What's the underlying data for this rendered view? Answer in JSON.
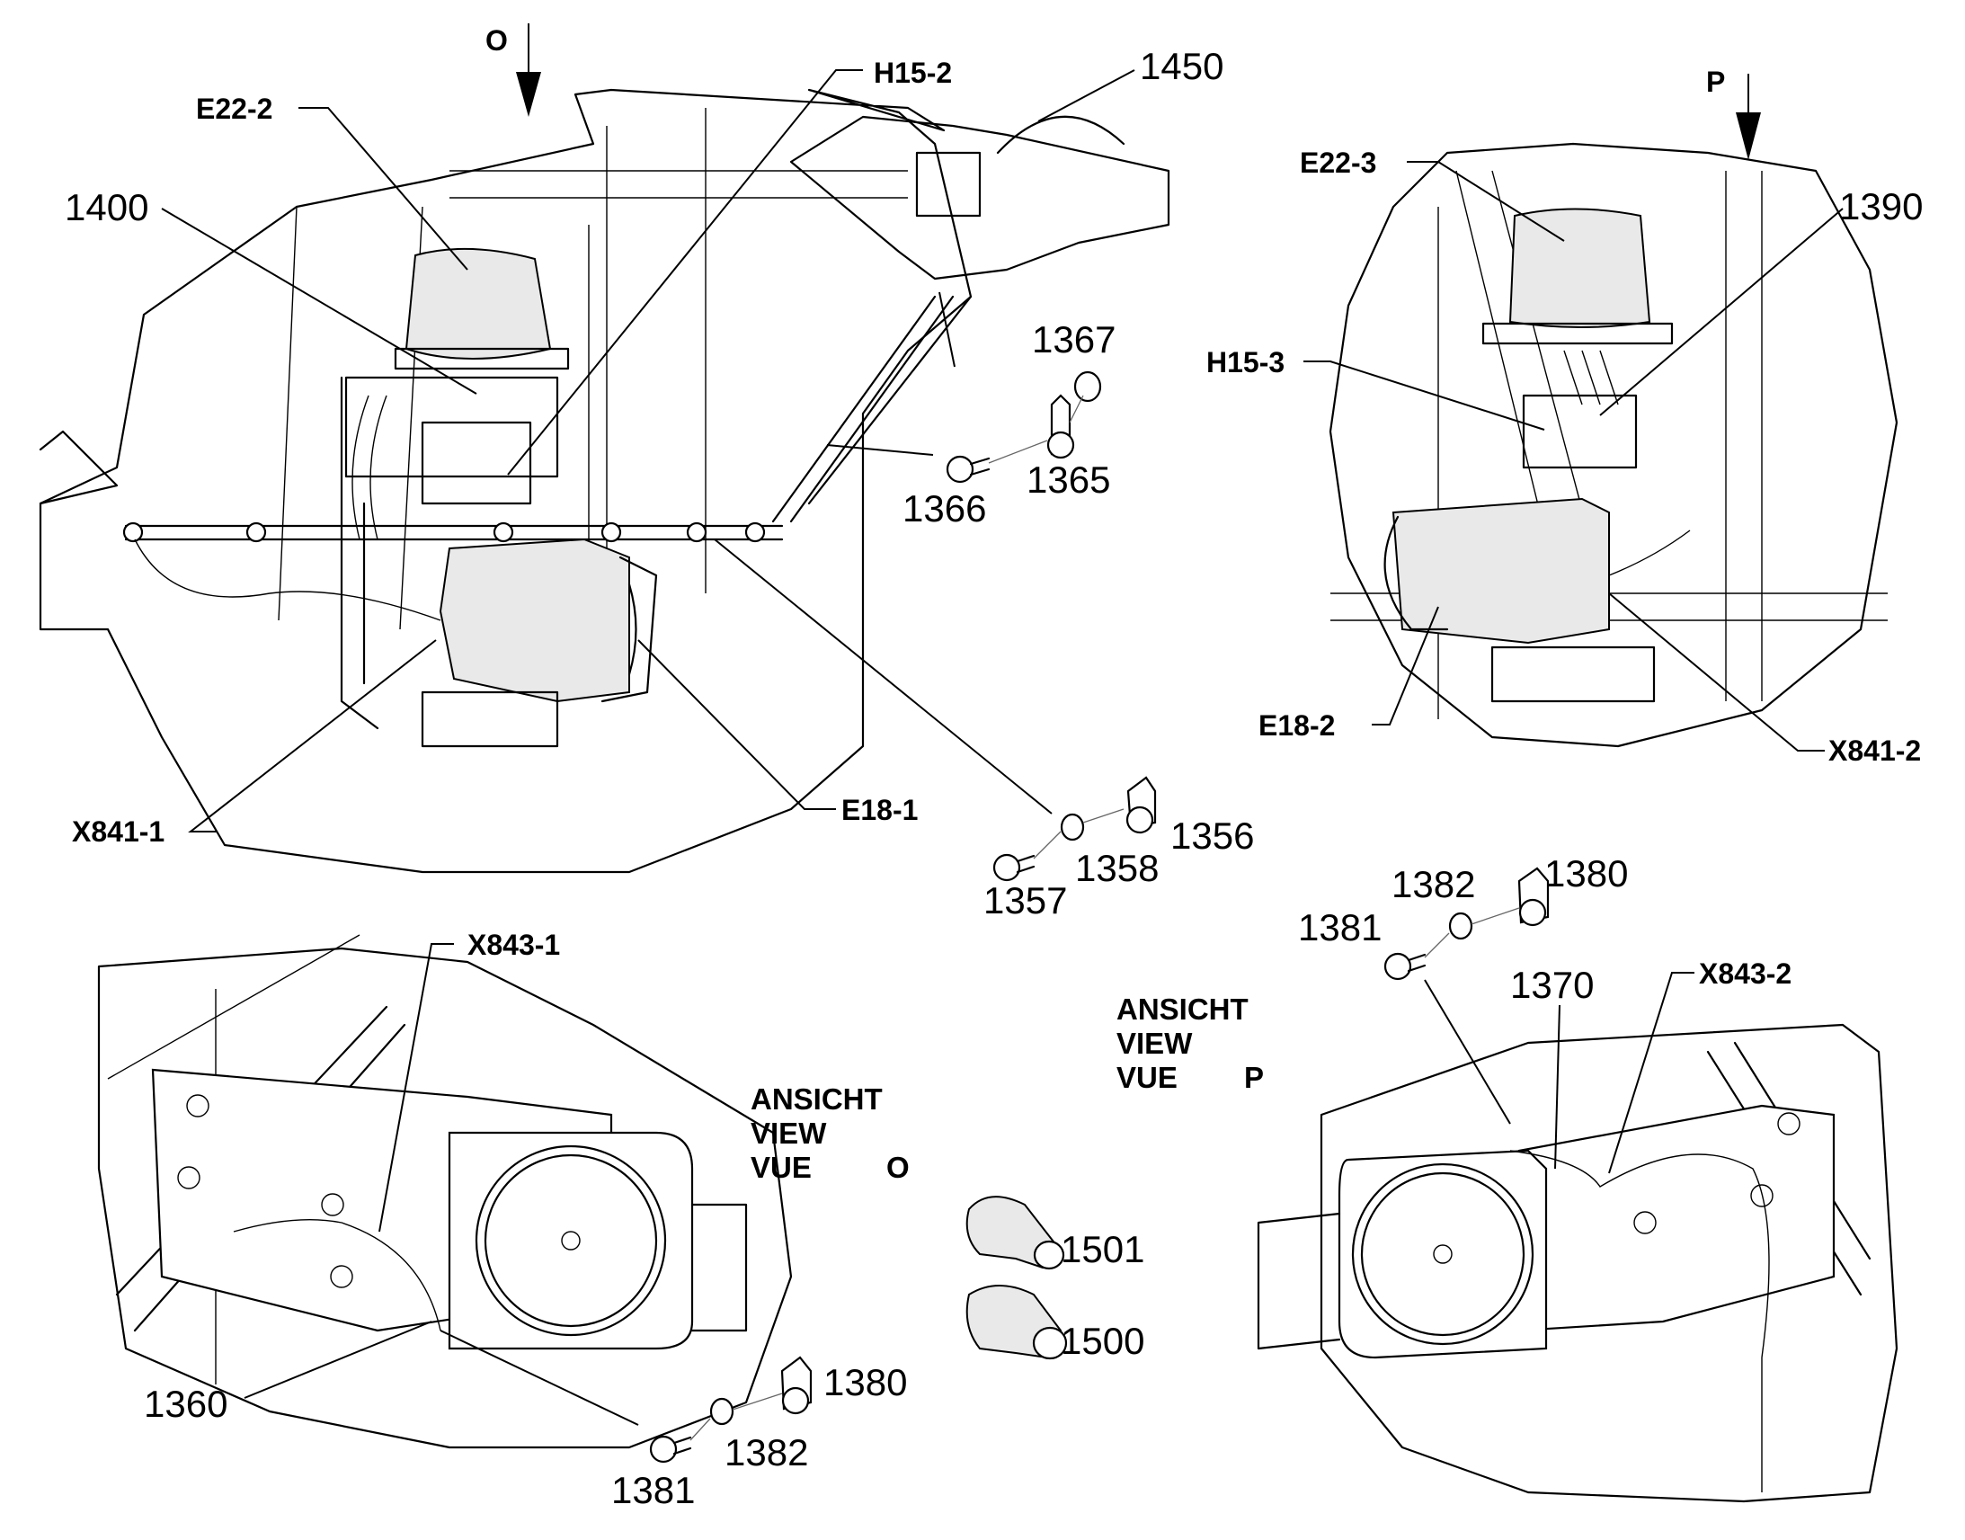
{
  "labels": {
    "view_o_arrow": "O",
    "view_p_arrow": "P",
    "e22_2": "E22-2",
    "h15_2": "H15-2",
    "n1450": "1450",
    "n1400": "1400",
    "n1367": "1367",
    "n1366": "1366",
    "n1365": "1365",
    "x841_1": "X841-1",
    "e18_1": "E18-1",
    "n1356": "1356",
    "n1358": "1358",
    "n1357": "1357",
    "e22_3": "E22-3",
    "n1390": "1390",
    "h15_3": "H15-3",
    "e18_2": "E18-2",
    "x841_2": "X841-2",
    "n1382_top": "1382",
    "n1380_top": "1380",
    "n1381_top": "1381",
    "n1370": "1370",
    "x843_2": "X843-2",
    "x843_1": "X843-1",
    "n1501": "1501",
    "n1500": "1500",
    "n1360": "1360",
    "n1380_bot": "1380",
    "n1382_bot": "1382",
    "n1381_bot": "1381"
  },
  "view_o": {
    "line1": "ANSICHT",
    "line2": "VIEW",
    "line3": "VUE",
    "letter": "O"
  },
  "view_p": {
    "line1": "ANSICHT",
    "line2": "VIEW",
    "line3": "VUE",
    "letter": "P"
  }
}
